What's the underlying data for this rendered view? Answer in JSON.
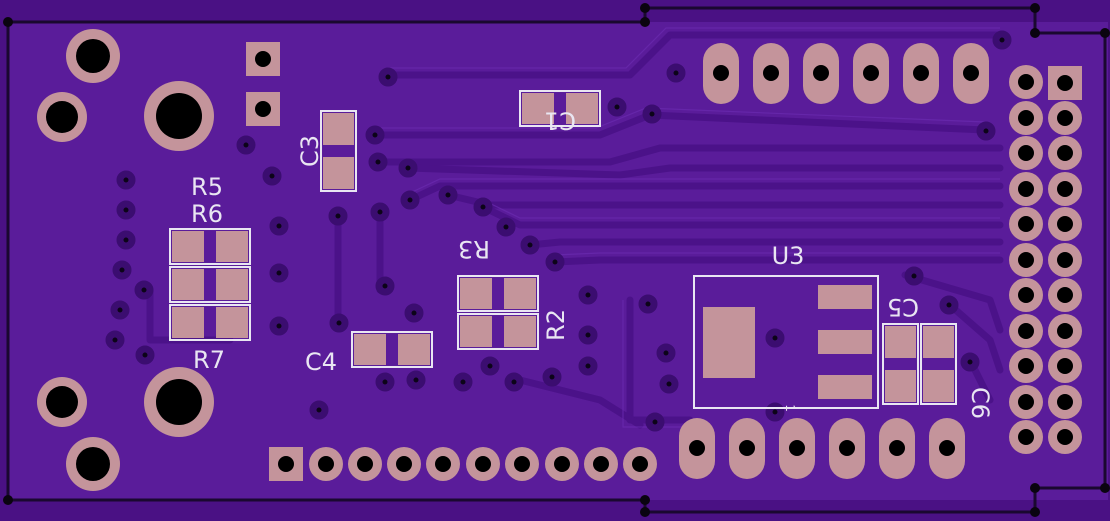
{
  "colors": {
    "board": "#5a1c9a",
    "board_dark": "#4a1184",
    "trace": "#4b1289",
    "trace_light": "#6b2bb0",
    "pad": "#c4949b",
    "silkscreen": "#e9e6f2",
    "hole": "#000000",
    "outline": "#1a0830"
  },
  "labels": {
    "c1": "C1",
    "c3": "C3",
    "c4": "C4",
    "c5": "C5",
    "c6": "C6",
    "r2": "R2",
    "r3": "R3",
    "r5": "R5",
    "r6": "R6",
    "r7": "R7",
    "u3": "U3",
    "pin1_mark": "1"
  }
}
